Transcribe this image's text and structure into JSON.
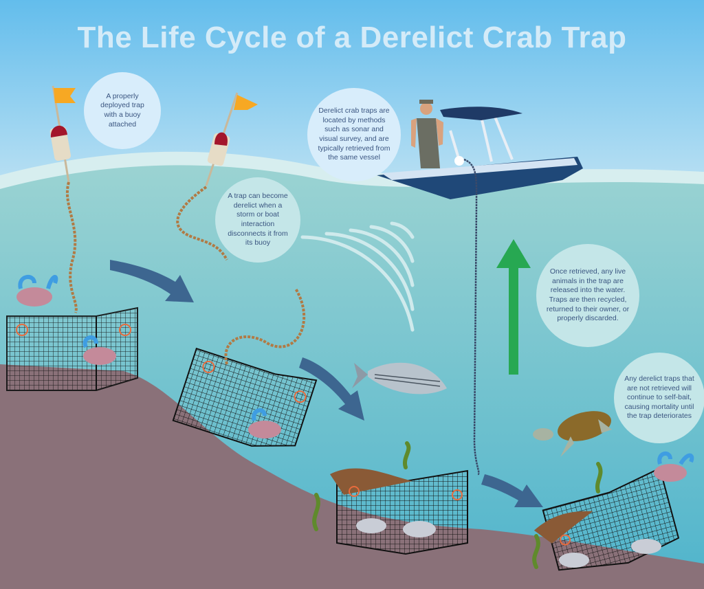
{
  "title": "The Life Cycle of a Derelict Crab Trap",
  "captions": [
    "A properly deployed trap with a buoy attached",
    "A trap can become derelict when a storm or boat interaction disconnects it from its buoy",
    "Derelict crab traps are located by methods such as sonar and visual survey, and are typically retrieved from the same vessel",
    "Once retrieved, any live animals in the trap are released into the water. Traps are then recycled, returned to their owner, or properly discarded.",
    "Any derelict traps that are not retrieved will continue to self-bait, causing mortality until the trap deteriorates"
  ],
  "colors": {
    "sky_top": "#63bdec",
    "sky_bottom": "#c3e4f4",
    "water_top": "#9bd3d2",
    "water_bottom": "#58b9cf",
    "seabed": "#8a7179",
    "arrow": "#3d6690",
    "retrieve_arrow": "#27a852",
    "buoy_flag": "#f7a823",
    "buoy_red": "#a3162b"
  }
}
